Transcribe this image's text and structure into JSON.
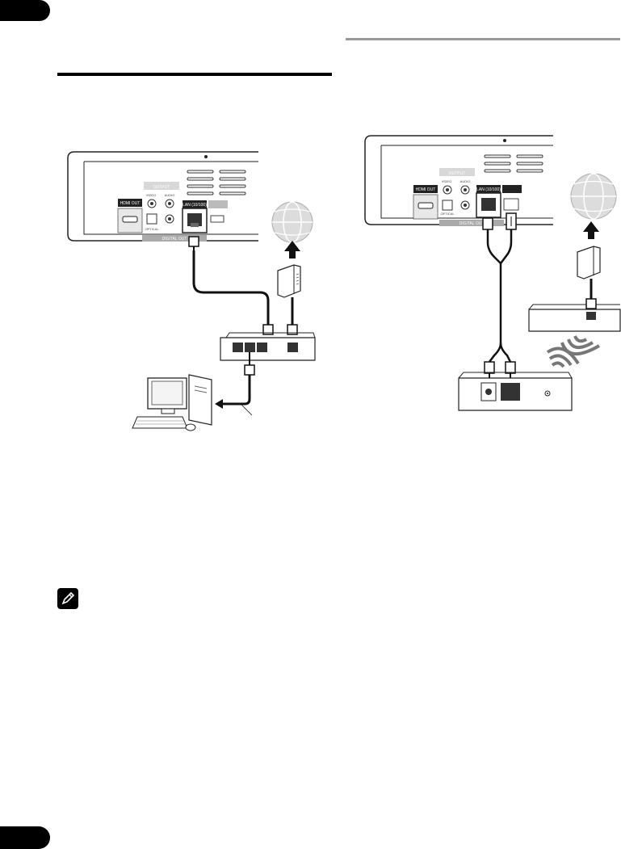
{
  "left_diagram": {
    "labels": {
      "hdmi_out": "HDMI OUT",
      "output": "OUTPUT",
      "video": "VIDEO",
      "audio": "AUDIO",
      "optical": "OPTICAL",
      "digital_out": "DIGITAL OUT",
      "lan": "LAN (10/100)"
    }
  },
  "right_diagram": {
    "labels": {
      "hdmi_out": "HDMI OUT",
      "output": "OUTPUT",
      "video": "VIDEO",
      "audio": "AUDIO",
      "optical": "OPTICAL",
      "digital_out": "DIGITAL OUT",
      "lan": "LAN (10/100)"
    }
  },
  "icons": {
    "internet": "globe-icon",
    "modem": "modem-icon",
    "router": "router-icon",
    "computer": "computer-icon",
    "note": "pencil-icon",
    "wireless": "wireless-signal-icon"
  }
}
